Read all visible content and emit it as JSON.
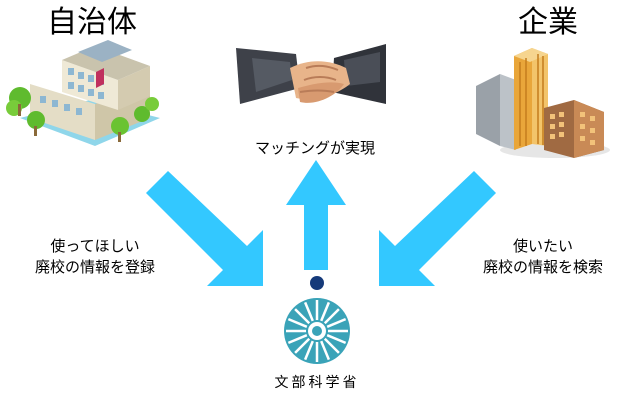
{
  "municipality": {
    "title": "自治体"
  },
  "company": {
    "title": "企業"
  },
  "match": {
    "label": "マッチングが実現"
  },
  "left_action": {
    "line1": "使ってほしい",
    "line2": "廃校の情報を登録"
  },
  "right_action": {
    "line1": "使いたい",
    "line2": "廃校の情報を検索"
  },
  "ministry": {
    "name": "文部科学省"
  },
  "colors": {
    "arrow": "#33c8ff",
    "logo": "#3aa3b8",
    "logo_dot": "#163a7a"
  }
}
